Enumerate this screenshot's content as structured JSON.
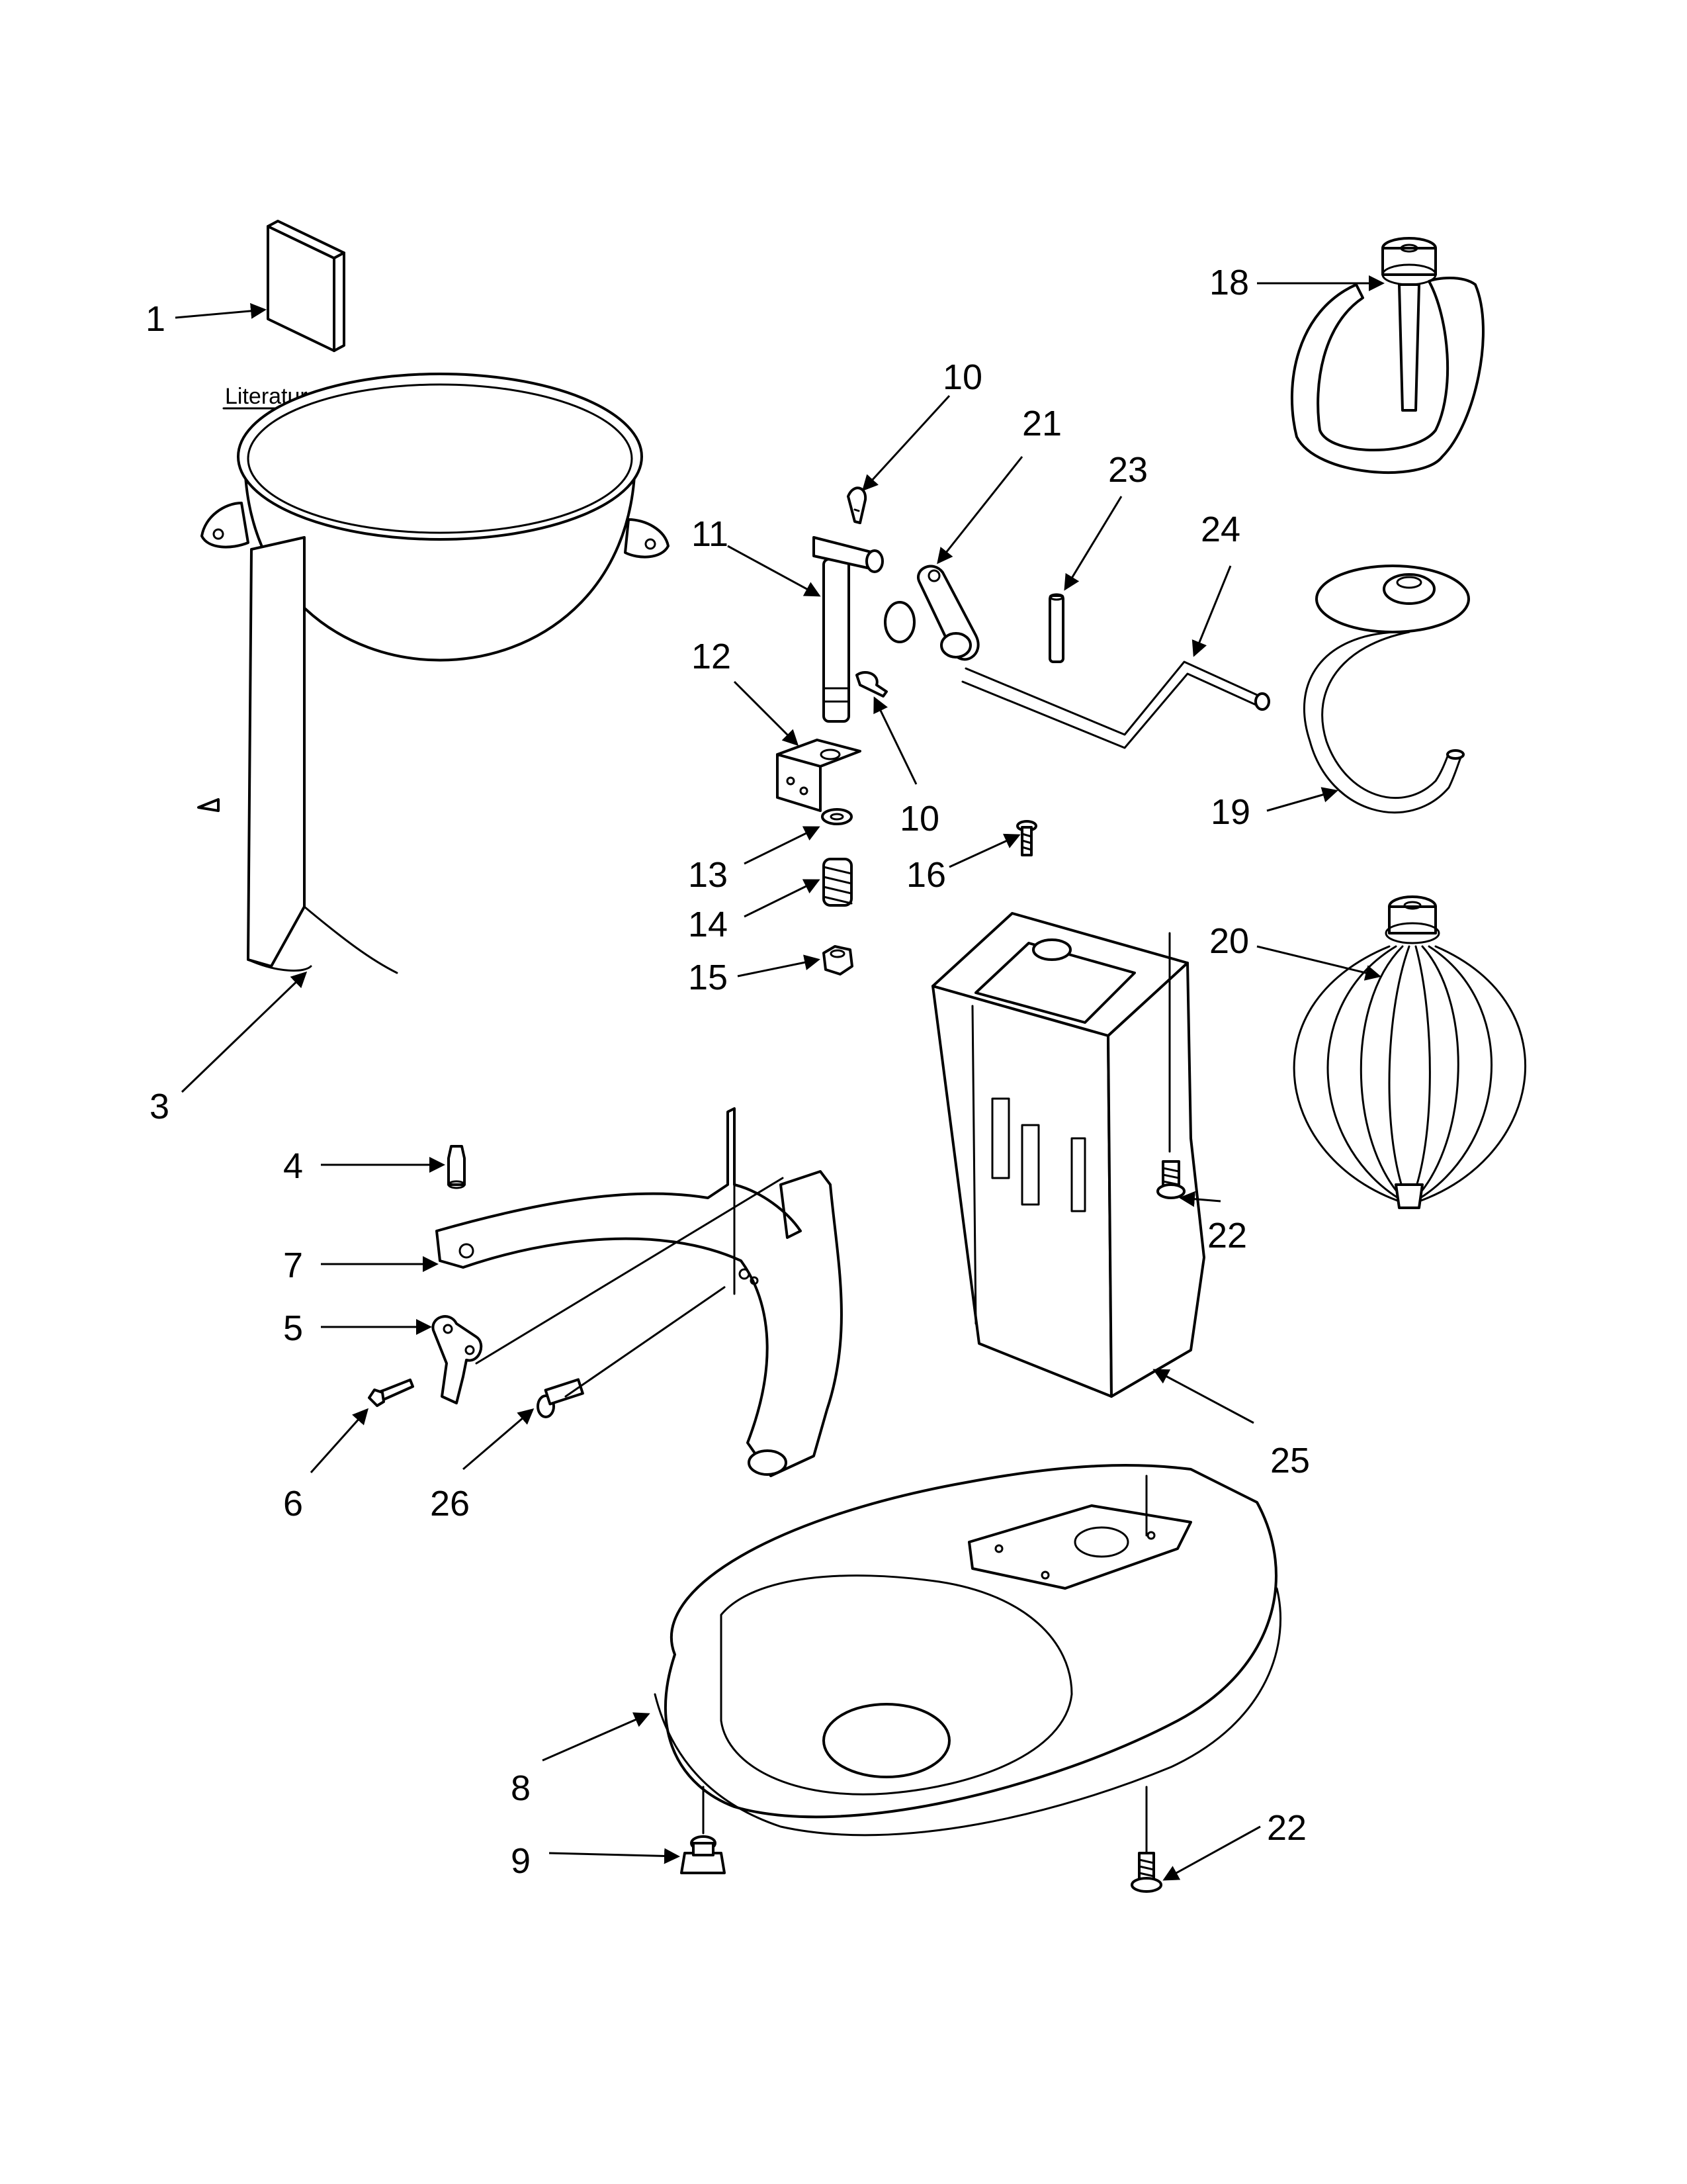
{
  "caption": "Literature Parts",
  "callouts": [
    {
      "label": "1"
    },
    {
      "label": "10"
    },
    {
      "label": "21"
    },
    {
      "label": "23"
    },
    {
      "label": "24"
    },
    {
      "label": "18"
    },
    {
      "label": "11"
    },
    {
      "label": "12"
    },
    {
      "label": "10"
    },
    {
      "label": "13"
    },
    {
      "label": "14"
    },
    {
      "label": "15"
    },
    {
      "label": "16"
    },
    {
      "label": "19"
    },
    {
      "label": "20"
    },
    {
      "label": "3"
    },
    {
      "label": "4"
    },
    {
      "label": "7"
    },
    {
      "label": "5"
    },
    {
      "label": "6"
    },
    {
      "label": "26"
    },
    {
      "label": "22"
    },
    {
      "label": "25"
    },
    {
      "label": "8"
    },
    {
      "label": "9"
    },
    {
      "label": "22"
    }
  ]
}
